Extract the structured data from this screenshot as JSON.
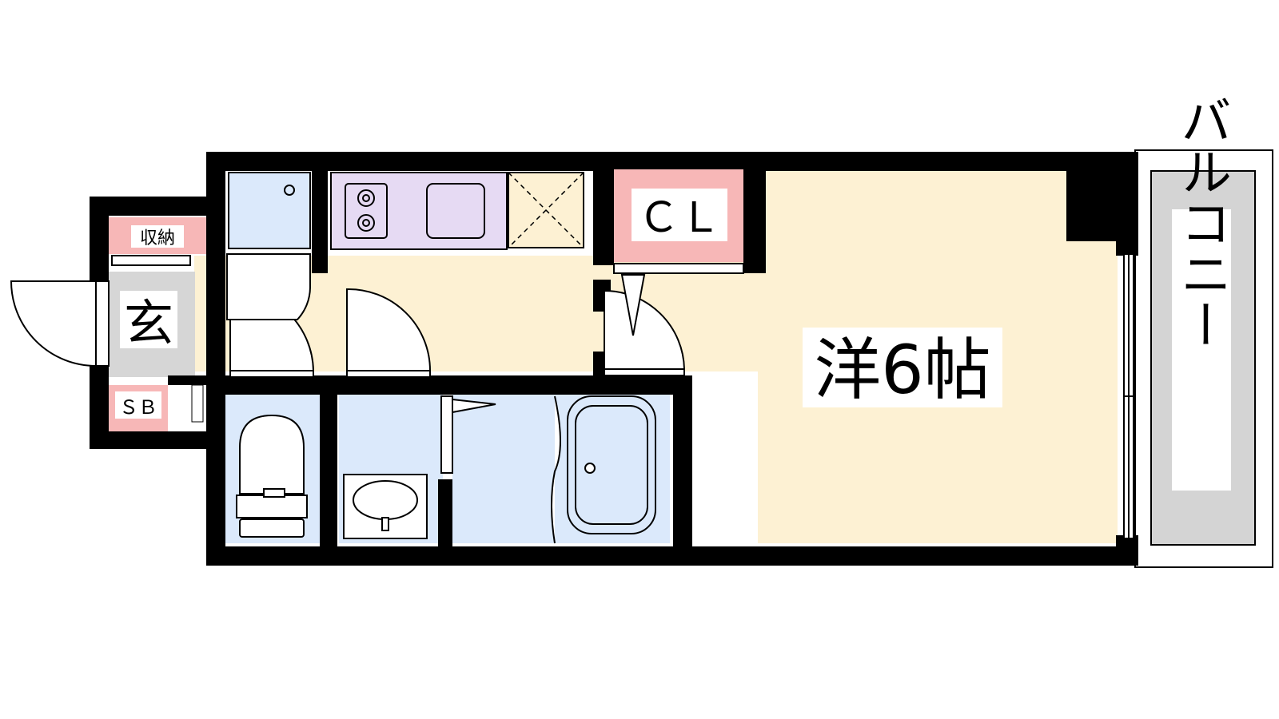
{
  "floorplan": {
    "rooms": {
      "western_room": "洋6帖",
      "closet": "ＣＬ",
      "storage": "収納",
      "entrance": "玄",
      "shoe_box": "ＳＢ",
      "balcony": "バルコニー"
    }
  },
  "colors": {
    "wall": "#000000",
    "room_floor": "#fdf1d3",
    "wet_area": "#dbe9fb",
    "kitchen": "#e6daf3",
    "closet": "#f7b7b7",
    "entrance": "#d6d6d6",
    "balcony": "#d4d4d4"
  }
}
